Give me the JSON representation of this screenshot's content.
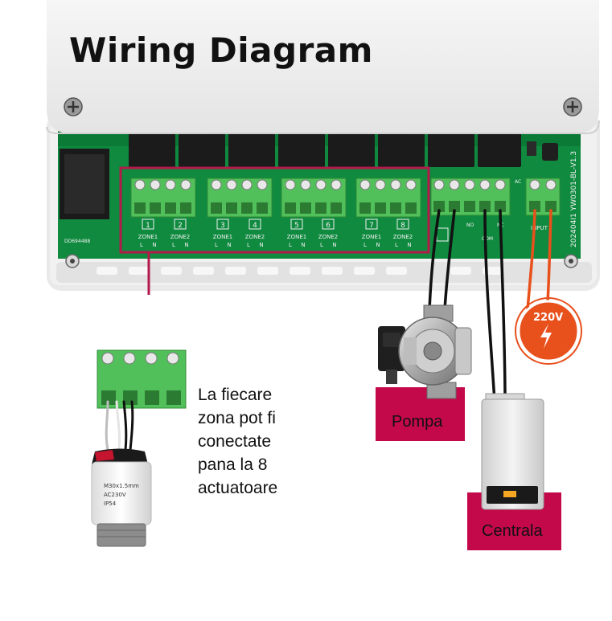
{
  "title": "Wiring Diagram",
  "board": {
    "terminal_numbers": [
      "1",
      "2",
      "3",
      "4",
      "5",
      "6",
      "7",
      "8"
    ],
    "zone_labels": [
      "ZONE1",
      "ZONE2",
      "ZONE1",
      "ZONE2",
      "ZONE1",
      "ZONE2",
      "ZONE1",
      "ZONE2"
    ],
    "ln_labels": [
      "L",
      "N"
    ],
    "input_label": "INPUT",
    "no_label": "NO",
    "nc_label": "NC",
    "com_label": "COM",
    "ac_label": "AC",
    "serial": "202404I1  YW0301-BL-V1.3",
    "barcode": "DD694488"
  },
  "badge": {
    "voltage": "220V",
    "color": "#e8501c"
  },
  "note_lines": [
    "La fiecare",
    "zona pot fi",
    "conectate",
    "pana la 8",
    "actuatoare"
  ],
  "pump_label": "Pompa",
  "boiler_label": "Centrala",
  "actuator": {
    "spec_lines": [
      "M30x1.5mm",
      "AC230V",
      "IP54"
    ]
  },
  "colors": {
    "terminal_green": "#52c05a",
    "pcb_green": "#0f8a3f",
    "highlight": "#b3194a",
    "label_box": "#c4094a",
    "power_wire": "#e8501c"
  }
}
